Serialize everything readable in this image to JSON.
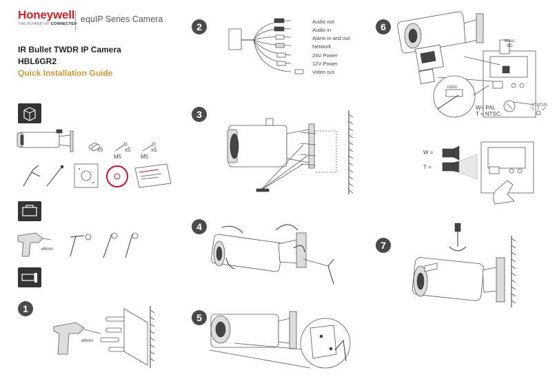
{
  "header": {
    "brand": "Honeywell",
    "tagline_prefix": "THE POWER OF",
    "tagline_bold": "CONNECTED",
    "series": "equIP Series Camera"
  },
  "product": {
    "title": "IR Bullet TWDR IP Camera",
    "model": "HBL6GR2",
    "guide": "Quick Installation Guide"
  },
  "parts": {
    "qty1": "x5",
    "qty2": "x5",
    "qty3": "x5",
    "screw_m5_a": "M5",
    "screw_m5_b": "M5"
  },
  "tools": {
    "drill_size": "ø8mm"
  },
  "step1": {
    "number": "1",
    "drill_size": "ø8mm"
  },
  "step2": {
    "number": "2",
    "cables": [
      "Audio out",
      "Audio in",
      "Alarm in and out",
      "Network",
      "24V Power",
      "12V Power",
      "Video out"
    ]
  },
  "step3": {
    "number": "3"
  },
  "step4": {
    "number": "4"
  },
  "step5": {
    "number": "5"
  },
  "step6": {
    "number": "6",
    "micro_sd": "Micro SD",
    "video_label": "VIDEO",
    "status_label": "STATUS",
    "pal": "W= PAL",
    "ntsc": "T = NTSC",
    "w_label": "W =",
    "t_label": "T ="
  },
  "step7": {
    "number": "7"
  }
}
